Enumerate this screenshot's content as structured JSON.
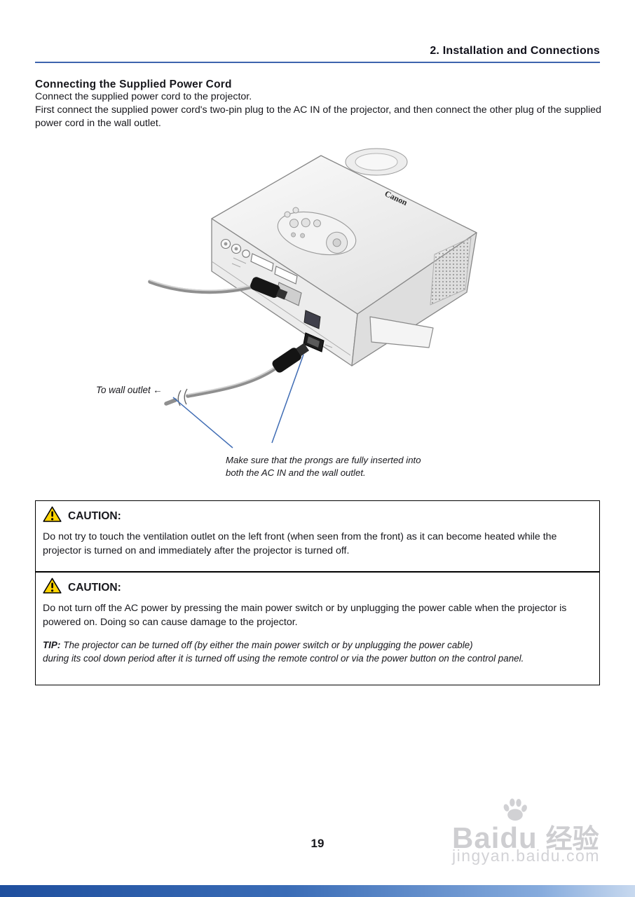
{
  "page": {
    "chapter_header": "2. Installation and Connections",
    "section_title": "Connecting the Supplied Power Cord",
    "intro_line1": "Connect the supplied power cord to the projector.",
    "intro_line2": "First connect the supplied power cord's two-pin plug to the AC IN of the projector, and then connect the other plug of the supplied power cord in the wall outlet.",
    "page_number": "19"
  },
  "illustration": {
    "brand": "Canon",
    "wall_outlet_label": "To wall outlet ←",
    "caption_line1": "Make sure that the prongs are fully inserted into",
    "caption_line2": "both the AC IN and the wall outlet."
  },
  "cautions": [
    {
      "title": "CAUTION:",
      "body": "Do not try to touch the ventilation outlet on the left front (when seen from the front) as it can become heated while the projector is turned on and immediately after the projector is turned off."
    },
    {
      "title": "CAUTION:",
      "body": "Do not turn off the AC power by pressing the main power switch or by unplugging the power cable when the projector is powered on. Doing so can cause damage to the projector.",
      "tip_label": "TIP:",
      "tip_line1": "The projector can be turned off (by either the main power switch or by unplugging the power cable)",
      "tip_line2": "during its cool down period after it is turned off using the remote control or via the power button on the control panel."
    }
  ],
  "watermark": {
    "brand_latin": "Baidu",
    "brand_cn": "经验",
    "url": "jingyan.baidu.com"
  },
  "colors": {
    "rule_blue": "#3d64ad",
    "annotation_blue": "#3f6cb4",
    "caution_yellow": "#ffd400",
    "footer_bar_blue": "#2a5ba8"
  }
}
